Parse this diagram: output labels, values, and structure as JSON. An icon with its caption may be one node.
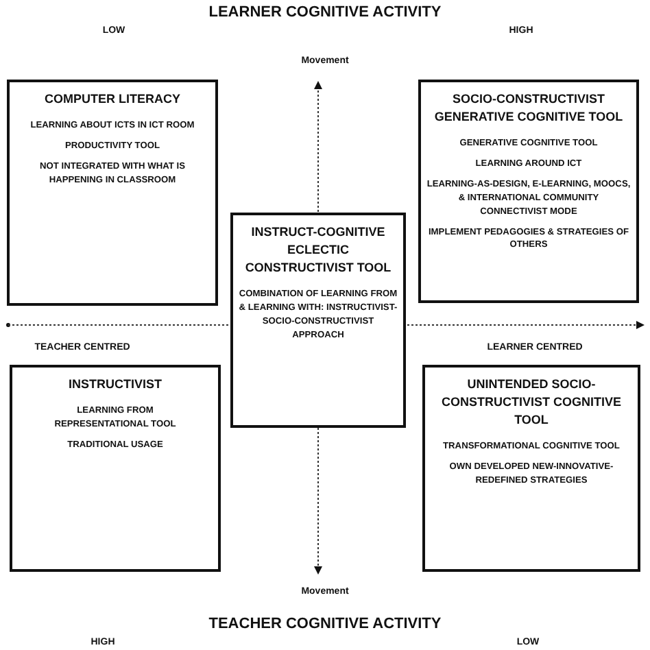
{
  "diagram": {
    "title": "LEARNER COGNITIVE ACTIVITY",
    "nodes": [
      {
        "text": [
          "COMPUTER LITERACY",
          "LEARNING ABOUT ICTS IN ICT ROOM",
          "PRODUCTIVITY TOOL",
          "NOT INTEGRATED WITH WHAT IS HAPPENING IN CLASSROOM"
        ]
      },
      {
        "text": [
          "SOCIO-CONSTRUCTIVIST GENERATIVE COGNITIVE TOOL",
          "GENERATIVE COGNITIVE TOOL",
          "LEARNING AROUND ICT",
          "LEARNING-AS-DESIGN, E-LEARNING, MOOCS, & INTERNATIONAL COMMUNITY CONNECTIVIST MODE",
          "IMPLEMENT PEDAGOGIES & STRATEGIES OF OTHERS"
        ]
      },
      {
        "text": [
          "INSTRUCT-COGNITIVE ECLECTIC CONSTRUCTIVIST TOOL",
          "COMBINATION OF LEARNING FROM & LEARNING WITH: INSTRUCTIVIST-SOCIO-CONSTRUCTIVIST APPROACH"
        ]
      },
      {
        "text": [
          "INSTRUCTIVIST",
          "LEARNING FROM REPRESENTATIONAL TOOL",
          "TRADITIONAL USAGE"
        ]
      },
      {
        "text": [
          "UNINTENDED SOCIO-CONSTRUCTIVIST COGNITIVE TOOL",
          "TRANSFORMATIONAL COGNITIVE TOOL",
          "OWN DEVELOPED NEW-INNOVATIVE-REDEFINED STRATEGIES"
        ]
      }
    ],
    "labels": [
      "LOW",
      "HIGH",
      "Movement",
      "TEACHER CENTRED",
      "LEARNER CENTRED",
      "Movement",
      "TEACHER COGNITIVE ACTIVITY",
      "HIGH",
      "LOW"
    ]
  }
}
